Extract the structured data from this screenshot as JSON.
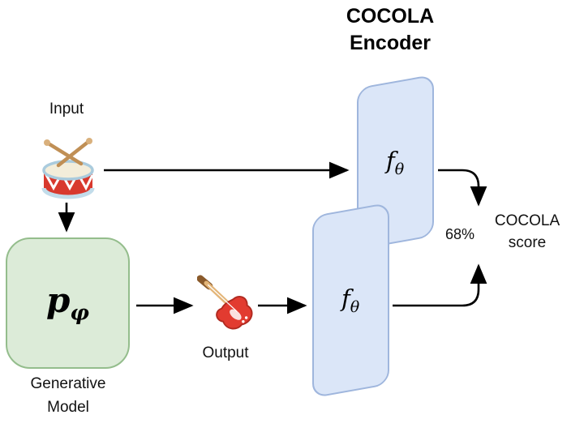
{
  "title": {
    "line1": "COCOLA",
    "line2": "Encoder"
  },
  "input": {
    "label": "Input",
    "icon": "drum-icon"
  },
  "generative_model": {
    "symbol_base": "p",
    "symbol_sub": "φ",
    "caption_line1": "Generative",
    "caption_line2": "Model"
  },
  "output": {
    "label": "Output",
    "icon": "guitar-icon"
  },
  "encoders": {
    "top": {
      "symbol_base": "f",
      "symbol_sub": "θ"
    },
    "bottom": {
      "symbol_base": "f",
      "symbol_sub": "θ"
    }
  },
  "score": {
    "value": "68%",
    "label_line1": "COCOLA",
    "label_line2": "score"
  },
  "colors": {
    "encoder_fill": "#dbe6f8",
    "encoder_border": "#9fb6dd",
    "model_fill": "#dcebd8",
    "model_border": "#94bd8c",
    "arrow": "#000000"
  }
}
